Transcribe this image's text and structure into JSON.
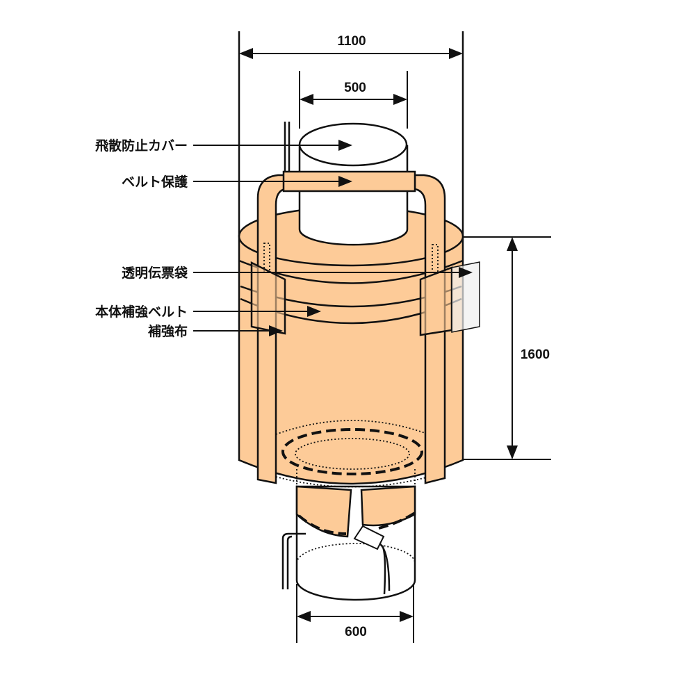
{
  "title": "フレコンバッグ 構造図",
  "dimensions": {
    "width_top": "1100",
    "inlet": "500",
    "height": "1600",
    "outlet": "600"
  },
  "labels": [
    "飛散防止カバー",
    "ベルト保護",
    "透明伝票袋",
    "本体補強ベルト",
    "補強布"
  ],
  "colors": {
    "bag": "#fdcb98",
    "line": "#111111"
  }
}
